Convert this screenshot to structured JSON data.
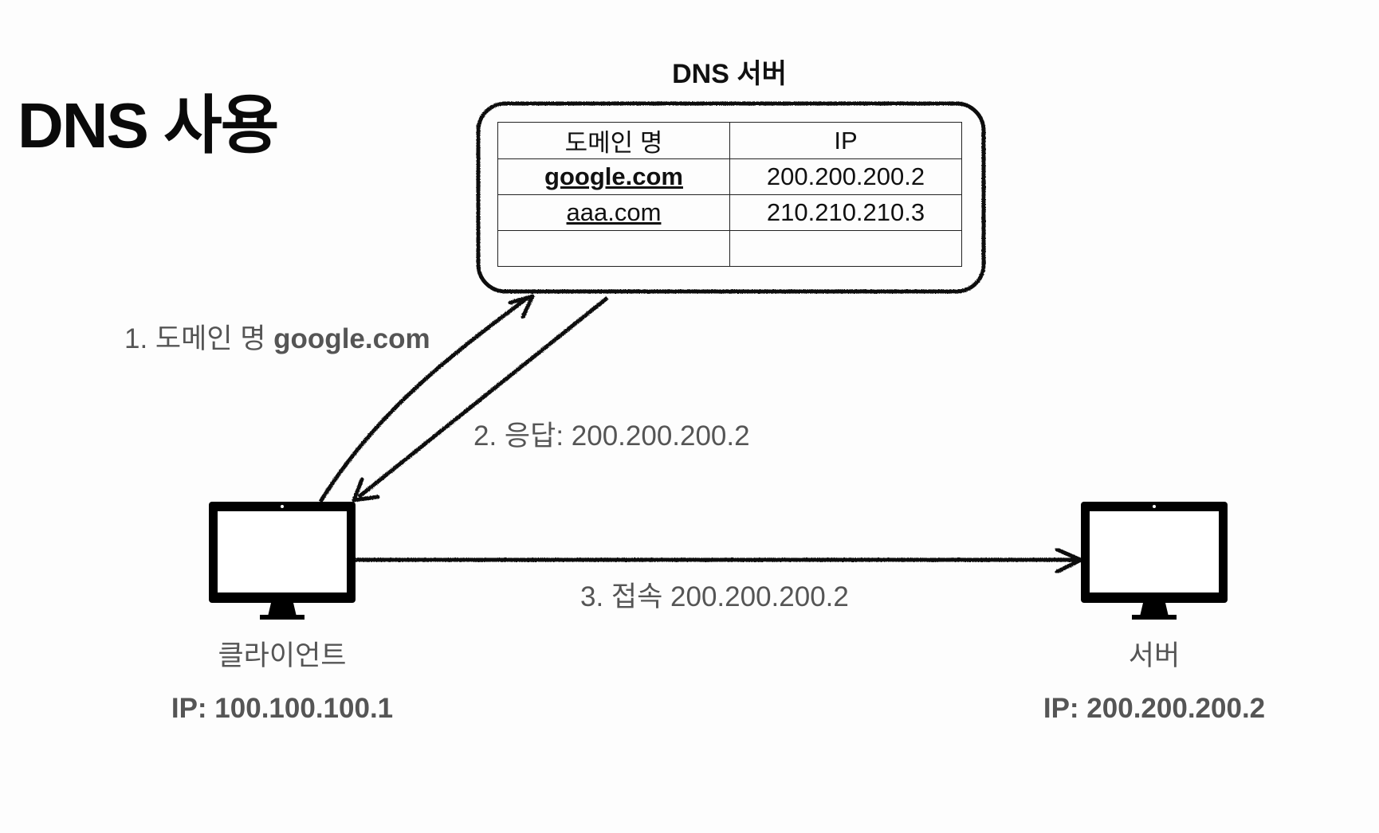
{
  "title": "DNS 사용",
  "dns_server": {
    "title": "DNS 서버",
    "table": {
      "headers": [
        "도메인 명",
        "IP"
      ],
      "rows": [
        {
          "domain": "google.com",
          "ip": "200.200.200.2"
        },
        {
          "domain": "aaa.com",
          "ip": "210.210.210.3"
        },
        {
          "domain": "",
          "ip": ""
        }
      ]
    }
  },
  "steps": {
    "step1_prefix": "1. 도메인 명 ",
    "step1_domain": "google.com",
    "step2": "2. 응답: 200.200.200.2",
    "step3": "3. 접속 200.200.200.2"
  },
  "client": {
    "label": "클라이언트",
    "ip": "IP: 100.100.100.1"
  },
  "server": {
    "label": "서버",
    "ip": "IP: 200.200.200.2"
  }
}
